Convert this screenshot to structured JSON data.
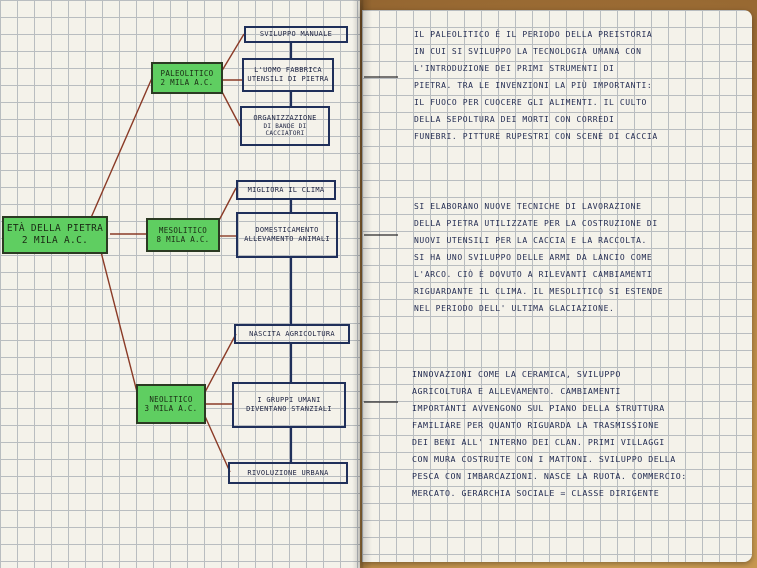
{
  "mindmap": {
    "root": {
      "line1": "ETÀ DELLA PIETRA",
      "line2": "2 MILA A.C."
    },
    "periods": [
      {
        "name": "PALEOLITICO",
        "date": "2 MILA A.C.",
        "items": [
          {
            "lines": [
              "SVILUPPO MANUALE"
            ]
          },
          {
            "lines": [
              "L'UOMO FABBRICA",
              "UTENSILI DI PIETRA"
            ]
          },
          {
            "lines": [
              "ORGANIZZAZIONE",
              "DI BANDE DI CACCIATORI"
            ]
          }
        ]
      },
      {
        "name": "MESOLITICO",
        "date": "8 MILA A.C.",
        "items": [
          {
            "lines": [
              "MIGLIORA IL CLIMA"
            ]
          },
          {
            "lines": [
              "DOMESTICAMENTO",
              "ALLEVAMENTO ANIMALI"
            ]
          }
        ]
      },
      {
        "name": "NEOLITICO",
        "date": "3 MILA A.C.",
        "items": [
          {
            "lines": [
              "NASCITA AGRICOLTURA"
            ]
          },
          {
            "lines": [
              "I GRUPPI UMANI",
              "DIVENTANO STANZIALI"
            ]
          },
          {
            "lines": [
              "RIVOLUZIONE URBANA"
            ]
          }
        ]
      }
    ]
  },
  "notes": [
    "IL PALEOLITICO È IL PERIODO DELLA PREISTORIA\nIN CUI SI SVILUPPO LA TECNOLOGIA UMANA CON\nL'INTRODUZIONE DEI PRIMI STRUMENTI DI\nPIETRA. TRA LE INVENZIONI LA PIÙ IMPORTANTI:\nIL FUOCO PER CUOCERE GLI ALIMENTI. IL CULTO\nDELLA SEPOLTURA DEI MORTI CON CORREDI\nFUNEBRI. PITTURE RUPESTRI CON SCENE DI CACCIA",
    "SI ELABORANO NUOVE TECNICHE DI LAVORAZIONE\nDELLA PIETRA UTILIZZATE PER LA COSTRUZIONE DI\nNUOVI UTENSILI PER LA CACCIA E LA RACCOLTA.\nSI HA UNO SVILUPPO DELLE ARMI DA LANCIO COME\nL'ARCO. CIÒ È DOVUTO A RILEVANTI CAMBIAMENTI\nRIGUARDANTE IL CLIMA. IL MESOLITICO SI ESTENDE\nNEL PERIODO DELL' ULTIMA GLACIAZIONE.",
    "INNOVAZIONI COME LA CERAMICA, SVILUPPO\nAGRICOLTURA E ALLEVAMENTO. CAMBIAMENTI\nIMPORTANTI AVVENGONO SUL PIANO DELLA STRUTTURA\nFAMILIARE PER QUANTO RIGUARDA LA TRASMISSIONE\nDEI BENI ALL' INTERNO DEI CLAN. PRIMI VILLAGGI\nCON MURA COSTRUITE CON I MATTONI. SVILUPPO DELLA\nPESCA CON IMBARCAZIONI. NASCE LA RUOTA. COMMERCIO:\nMERCATO. GERARCHIA SOCIALE = CLASSE DIRIGENTE"
  ]
}
